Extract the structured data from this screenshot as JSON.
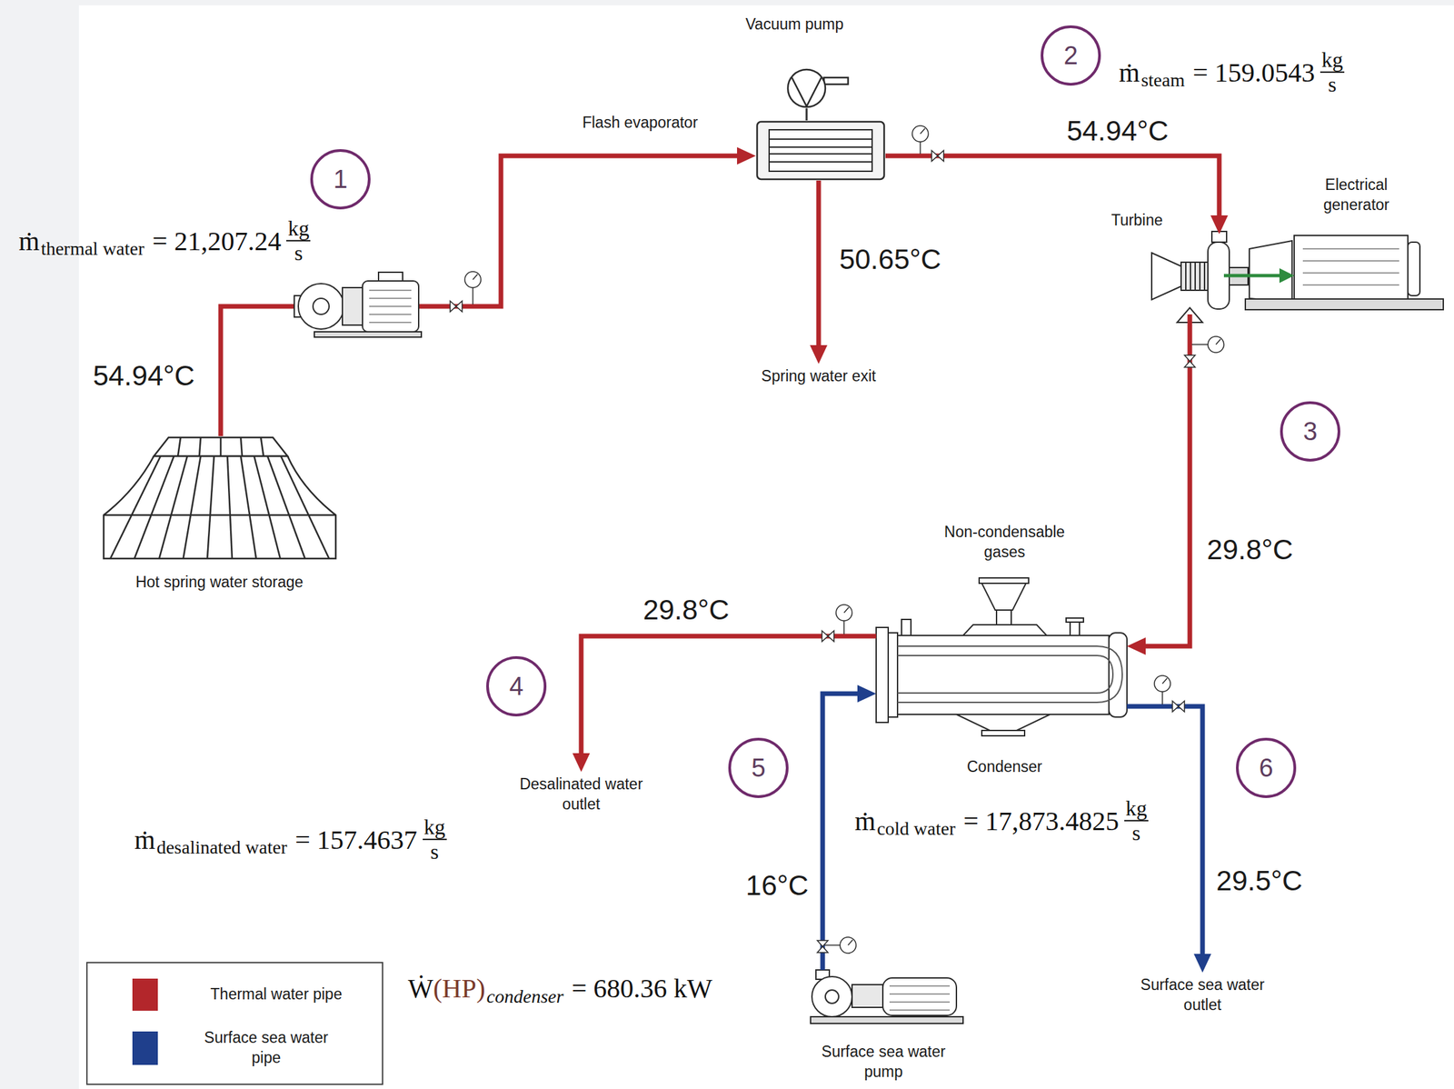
{
  "diagram": {
    "nodes": [
      {
        "text": [
          "2"
        ]
      },
      {
        "text": [
          "Vacuum pump"
        ]
      },
      {
        "text": [
          "Flash evaporator"
        ]
      },
      {
        "text": [
          "1"
        ]
      },
      {
        "text": [
          "Electrical generator"
        ]
      },
      {
        "text": [
          "Turbine"
        ]
      },
      {
        "text": [
          "Spring water exit"
        ]
      },
      {
        "text": [
          "3"
        ]
      },
      {
        "text": [
          "Hot spring water storage"
        ]
      },
      {
        "text": [
          "Condenser"
        ]
      },
      {
        "text": [
          "4"
        ]
      },
      {
        "text": [
          "5"
        ]
      },
      {
        "text": [
          "6"
        ]
      },
      {
        "text": [
          "Desalinated water outlet"
        ]
      },
      {
        "text": [
          "Surface sea water outlet"
        ]
      },
      {
        "text": [
          "Surface sea water pump"
        ]
      }
    ],
    "edges": [
      {
        "from": 8,
        "to": 2,
        "arrow": "to",
        "label": "54.94°C"
      },
      {
        "from": 2,
        "to": 5,
        "arrow": "to",
        "label": "54.94°C"
      },
      {
        "from": 2,
        "to": 6,
        "arrow": "to",
        "label": "50.65°C"
      },
      {
        "from": 5,
        "to": 9,
        "arrow": "to",
        "label": "29.8°C"
      },
      {
        "from": 9,
        "to": 13,
        "arrow": "to",
        "label": "29.8°C"
      },
      {
        "from": 15,
        "to": 9,
        "arrow": "to",
        "label": "16°C"
      },
      {
        "from": 9,
        "to": 14,
        "arrow": "to",
        "label": "29.5°C"
      },
      {
        "from": 5,
        "to": 4,
        "arrow": "to"
      },
      {
        "from": 1,
        "to": 2,
        "arrow": "none"
      }
    ],
    "labels": [
      "ṁ",
      "thermal water",
      "= 21,207.24",
      "kg",
      "s",
      "ṁ",
      "steam",
      "= 159.0543",
      "kg",
      "s",
      "Non-condensable gases",
      "ṁ",
      "cold water",
      "= 17,873.4825",
      "kg",
      "s",
      "ṁ",
      "desalinated water",
      "= 157.4637",
      "kg",
      "s",
      "Ẇ",
      "(HP)",
      "condenser",
      "= 680.36 kW"
    ],
    "legend": [
      {
        "text": "Thermal water pipe",
        "color": "#b3262b"
      },
      {
        "text": "Surface sea water pipe",
        "color": "#1f3f8c"
      }
    ]
  }
}
